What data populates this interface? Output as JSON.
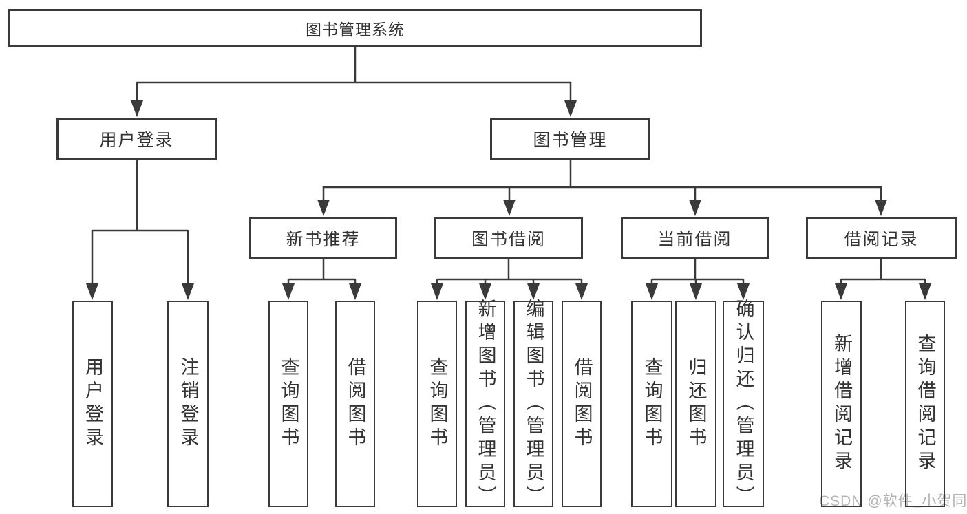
{
  "diagram": {
    "title": "图书管理系统",
    "root": {
      "label": "图书管理系统"
    },
    "branches": [
      {
        "label": "用户登录",
        "children": [
          {
            "label": "用户登录"
          },
          {
            "label": "注销登录"
          }
        ]
      },
      {
        "label": "图书管理",
        "children": [
          {
            "label": "新书推荐",
            "children": [
              {
                "label": "查询图书"
              },
              {
                "label": "借阅图书"
              }
            ]
          },
          {
            "label": "图书借阅",
            "children": [
              {
                "label": "查询图书"
              },
              {
                "label": "新增图书（管理员）"
              },
              {
                "label": "编辑图书（管理员）"
              },
              {
                "label": "借阅图书"
              }
            ]
          },
          {
            "label": "当前借阅",
            "children": [
              {
                "label": "查询图书"
              },
              {
                "label": "归还图书"
              },
              {
                "label": "确认归还（管理员）"
              }
            ]
          },
          {
            "label": "借阅记录",
            "children": [
              {
                "label": "新增借阅记录"
              },
              {
                "label": "查询借阅记录"
              }
            ]
          }
        ]
      }
    ]
  },
  "watermark": "CSDN @软件_小贺同学",
  "colors": {
    "line": "#3a3a3a",
    "text": "#333333",
    "watermark": "#b3b3b3",
    "background": "#ffffff"
  }
}
